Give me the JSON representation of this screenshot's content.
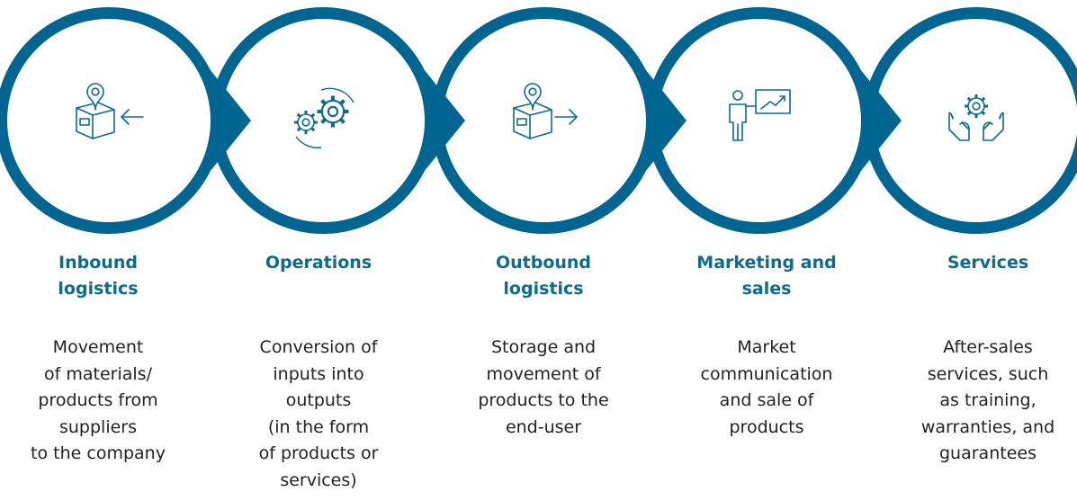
{
  "colors": {
    "ring": "#006590",
    "title": "#0d6b8e",
    "text": "#222222",
    "icon": "#0d6b8e"
  },
  "stages": [
    {
      "icon": "box-location-inbound-arrow-icon",
      "title": [
        "Inbound",
        "logistics"
      ],
      "description": [
        "Movement",
        "of materials/",
        "products from",
        "suppliers",
        "to the company"
      ]
    },
    {
      "icon": "gears-icon",
      "title": [
        "Operations"
      ],
      "description": [
        "Conversion of",
        "inputs into",
        "outputs",
        "(in the form",
        "of products or",
        "services)"
      ]
    },
    {
      "icon": "box-location-outbound-arrow-icon",
      "title": [
        "Outbound",
        "logistics"
      ],
      "description": [
        "Storage and",
        "movement of",
        "products to the",
        "end-user"
      ]
    },
    {
      "icon": "presenter-chart-icon",
      "title": [
        "Marketing and",
        "sales"
      ],
      "description": [
        "Market",
        "communication",
        "and sale of",
        "products"
      ]
    },
    {
      "icon": "hands-gear-icon",
      "title": [
        "Services"
      ],
      "description": [
        "After-sales",
        "services, such",
        "as training,",
        "warranties, and",
        "guarantees"
      ]
    }
  ]
}
